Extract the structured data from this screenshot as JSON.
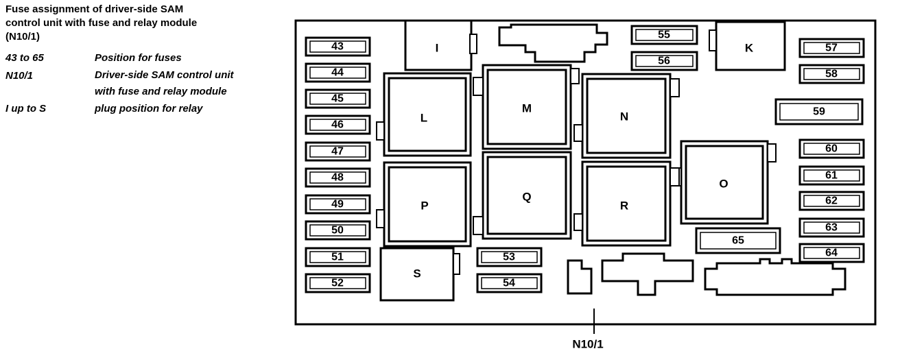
{
  "legend": {
    "title_lines": [
      "Fuse assignment of driver-side SAM",
      "control unit with fuse and relay module",
      "(N10/1)"
    ],
    "rows": [
      {
        "key": "43 to 65",
        "desc": [
          "Position for fuses"
        ]
      },
      {
        "key": "N10/1",
        "desc": [
          "Driver-side SAM control unit",
          "with fuse and relay module"
        ]
      },
      {
        "key": "I up to S",
        "desc": [
          "plug position for relay"
        ]
      }
    ]
  },
  "fuses": {
    "f43": "43",
    "f44": "44",
    "f45": "45",
    "f46": "46",
    "f47": "47",
    "f48": "48",
    "f49": "49",
    "f50": "50",
    "f51": "51",
    "f52": "52",
    "f53": "53",
    "f54": "54",
    "f55": "55",
    "f56": "56",
    "f57": "57",
    "f58": "58",
    "f59": "59",
    "f60": "60",
    "f61": "61",
    "f62": "62",
    "f63": "63",
    "f64": "64",
    "f65": "65"
  },
  "relays": {
    "I": "I",
    "K": "K",
    "L": "L",
    "M": "M",
    "N": "N",
    "O": "O",
    "P": "P",
    "Q": "Q",
    "R": "R",
    "S": "S"
  },
  "module_label": "N10/1"
}
